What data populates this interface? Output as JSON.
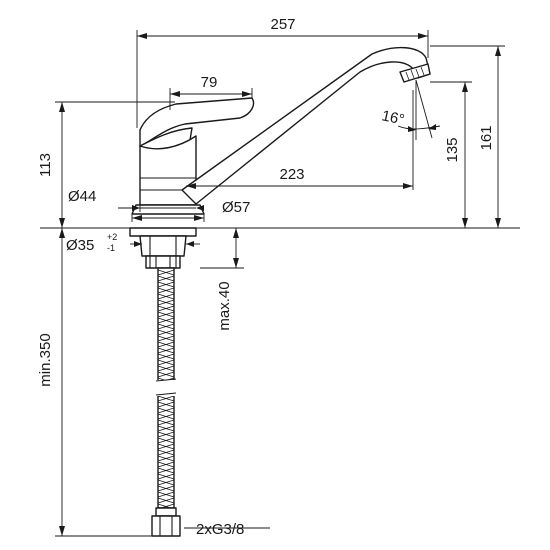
{
  "dimensions": {
    "overall_length": "257",
    "handle_length": "79",
    "spout_reach": "223",
    "body_height": "113",
    "outlet_height": "135",
    "total_height": "161",
    "spray_angle": "16°",
    "body_dia_44": "Ø44",
    "base_dia_57": "Ø57",
    "hole_dia": "Ø35",
    "hole_tol_plus": "+2",
    "hole_tol_minus": "-1",
    "deck_max": "max.40",
    "hose_min": "min.350",
    "connection": "2xG3/8"
  }
}
